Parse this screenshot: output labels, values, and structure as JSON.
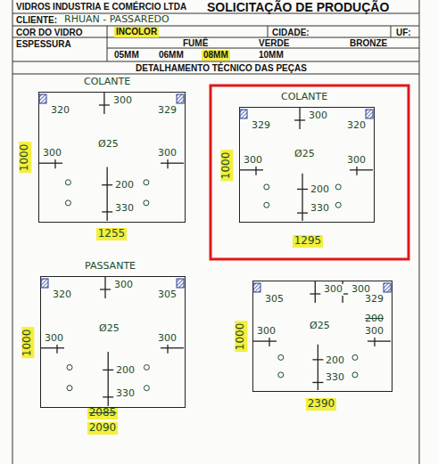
{
  "diagram": {
    "nodes": [
      {
        "text": [
          "COLANTE",
          "320",
          "300",
          "329",
          "Ø25",
          "300",
          "300",
          "200",
          "330"
        ]
      },
      {
        "text": [
          "COLANTE",
          "329",
          "300",
          "320",
          "Ø25",
          "300",
          "300",
          "200",
          "330"
        ]
      },
      {
        "text": [
          "PASSANTE",
          "320",
          "300",
          "305",
          "Ø25",
          "300",
          "300",
          "200",
          "330"
        ]
      },
      {
        "text": [
          "305",
          "300",
          "300",
          "329",
          "Ø25",
          "300",
          "200",
          "300",
          "200",
          "330"
        ]
      }
    ],
    "labels": [
      "SOLICITAÇÃO DE PRODUÇÃO",
      "VIDROS INDUSTRIA E COMÉRCIO LTDA",
      "CLIENTE:",
      "RHUAN - PASSAREDO",
      "COR DO VIDRO",
      "INCOLOR",
      "CIDADE:",
      "UF:",
      "ESPESSURA",
      "05MM",
      "06MM",
      "FUMÊ",
      "08MM",
      "VERDE",
      "10MM",
      "BRONZE",
      "DETALHAMENTO TÉCNICO DAS PEÇAS",
      "1000",
      "1255",
      "1000",
      "1295",
      "1000",
      "2085",
      "2090",
      "1000",
      "2390"
    ]
  }
}
